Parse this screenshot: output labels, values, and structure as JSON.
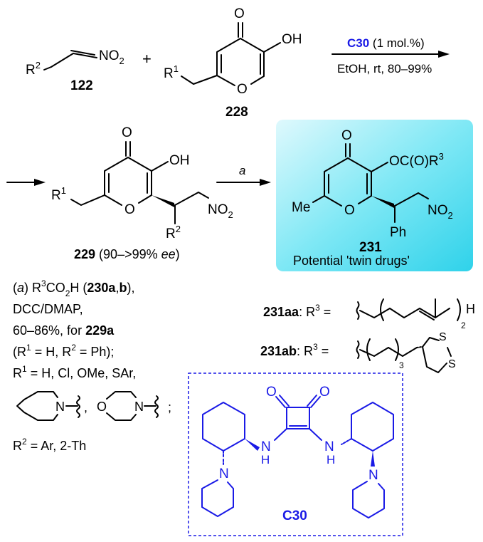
{
  "reaction_top": {
    "reagent_122": {
      "r": "R",
      "r_sup": "2",
      "group": "NO",
      "group_sub": "2",
      "label": "122"
    },
    "plus": "+",
    "reagent_228": {
      "r": "R",
      "r_sup": "1",
      "oh": "OH",
      "o_ring": "O",
      "o_keto": "O",
      "label": "228"
    },
    "conditions": {
      "catalyst": "C30",
      "loading": " (1 mol.%)",
      "solvent": "EtOH, rt, 80–99%"
    }
  },
  "product_229": {
    "r1": "R",
    "r1_sup": "1",
    "r2": "R",
    "r2_sup": "2",
    "oh": "OH",
    "o_ring": "O",
    "o_keto": "O",
    "no2": "NO",
    "no2_sub": "2",
    "label": "229",
    "ee": " (90–>99% ",
    "ee_italic": "ee",
    "ee_close": ")"
  },
  "step_a": {
    "label": "a"
  },
  "product_231": {
    "me": "Me",
    "o_ring": "O",
    "o_keto": "O",
    "ester": "OC(O)R",
    "ester_sup": "3",
    "no2": "NO",
    "no2_sub": "2",
    "ph": "Ph",
    "label": "231",
    "caption": "Potential 'twin drugs'",
    "box_color": "#3fd9ee"
  },
  "conditions_a": {
    "line1_open": "(",
    "line1_a": "a",
    "line1_rest": ") R",
    "line1_sup": "3",
    "line1_co": "CO",
    "line1_sub": "2",
    "line1_h": "H (",
    "line1_bold": "230a",
    "line1_comma": ",",
    "line1_bold2": "b",
    "line1_end": "),",
    "line2": "DCC/DMAP,",
    "line3": "60–86%, for ",
    "line3_bold": "229a",
    "line4_a": "(R",
    "line4_sup1": "1",
    "line4_b": " = H, R",
    "line4_sup2": "2",
    "line4_c": " = Ph);",
    "line5_a": "R",
    "line5_sup": "1",
    "line5_b": " = H, Cl, OMe, SAr,",
    "amine1": "N",
    "comma": ",",
    "amine2_o": "O",
    "amine2_n": "N",
    "semicolon": ";",
    "line7_a": "R",
    "line7_sup": "2",
    "line7_b": " =  Ar, 2-Th"
  },
  "r3_defs": {
    "aa_label": "231aa",
    "aa_text": ": R",
    "aa_sup": "3",
    "aa_eq": " =",
    "aa_h": "H",
    "aa_sub": "2",
    "ab_label": "231ab",
    "ab_text": ": R",
    "ab_sup": "3",
    "ab_eq": " =",
    "ab_sub": "3",
    "s1": "S",
    "s2": "S"
  },
  "catalyst_c30": {
    "label": "C30",
    "o1": "O",
    "o2": "O",
    "nh1": "N",
    "h1": "H",
    "nh2": "N",
    "h2": "H",
    "n1": "N",
    "n2": "N",
    "color": "#1a1ae6"
  }
}
